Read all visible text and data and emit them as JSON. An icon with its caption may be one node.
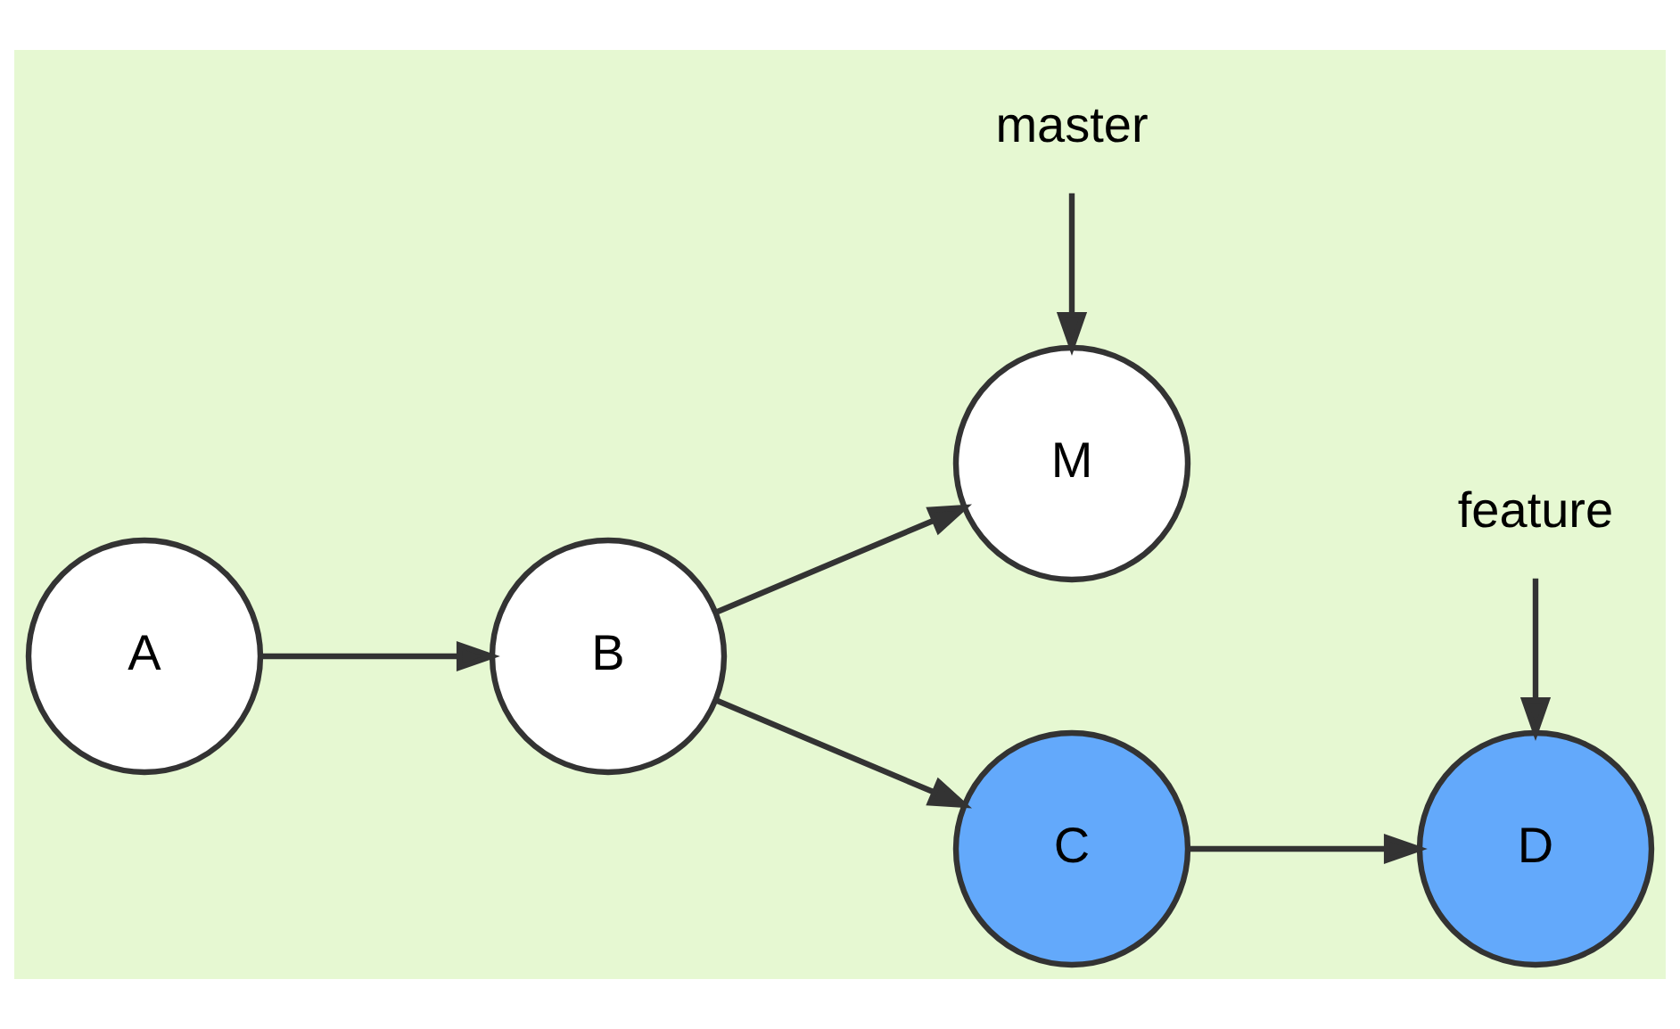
{
  "diagram": {
    "nodes": [
      {
        "text": [
          "master"
        ]
      },
      {
        "text": [
          "A"
        ]
      },
      {
        "text": [
          "B"
        ]
      },
      {
        "text": [
          "M"
        ]
      },
      {
        "text": [
          "C"
        ]
      },
      {
        "text": [
          "D"
        ]
      },
      {
        "text": [
          "feature"
        ]
      }
    ],
    "edges": [
      {
        "from": 1,
        "to": 2,
        "arrow": "to"
      },
      {
        "from": 2,
        "to": 3,
        "arrow": "to"
      },
      {
        "from": 0,
        "to": 3,
        "arrow": "to"
      },
      {
        "from": 2,
        "to": 4,
        "arrow": "to"
      },
      {
        "from": 4,
        "to": 5,
        "arrow": "to"
      },
      {
        "from": 6,
        "to": 5,
        "arrow": "to"
      }
    ]
  }
}
